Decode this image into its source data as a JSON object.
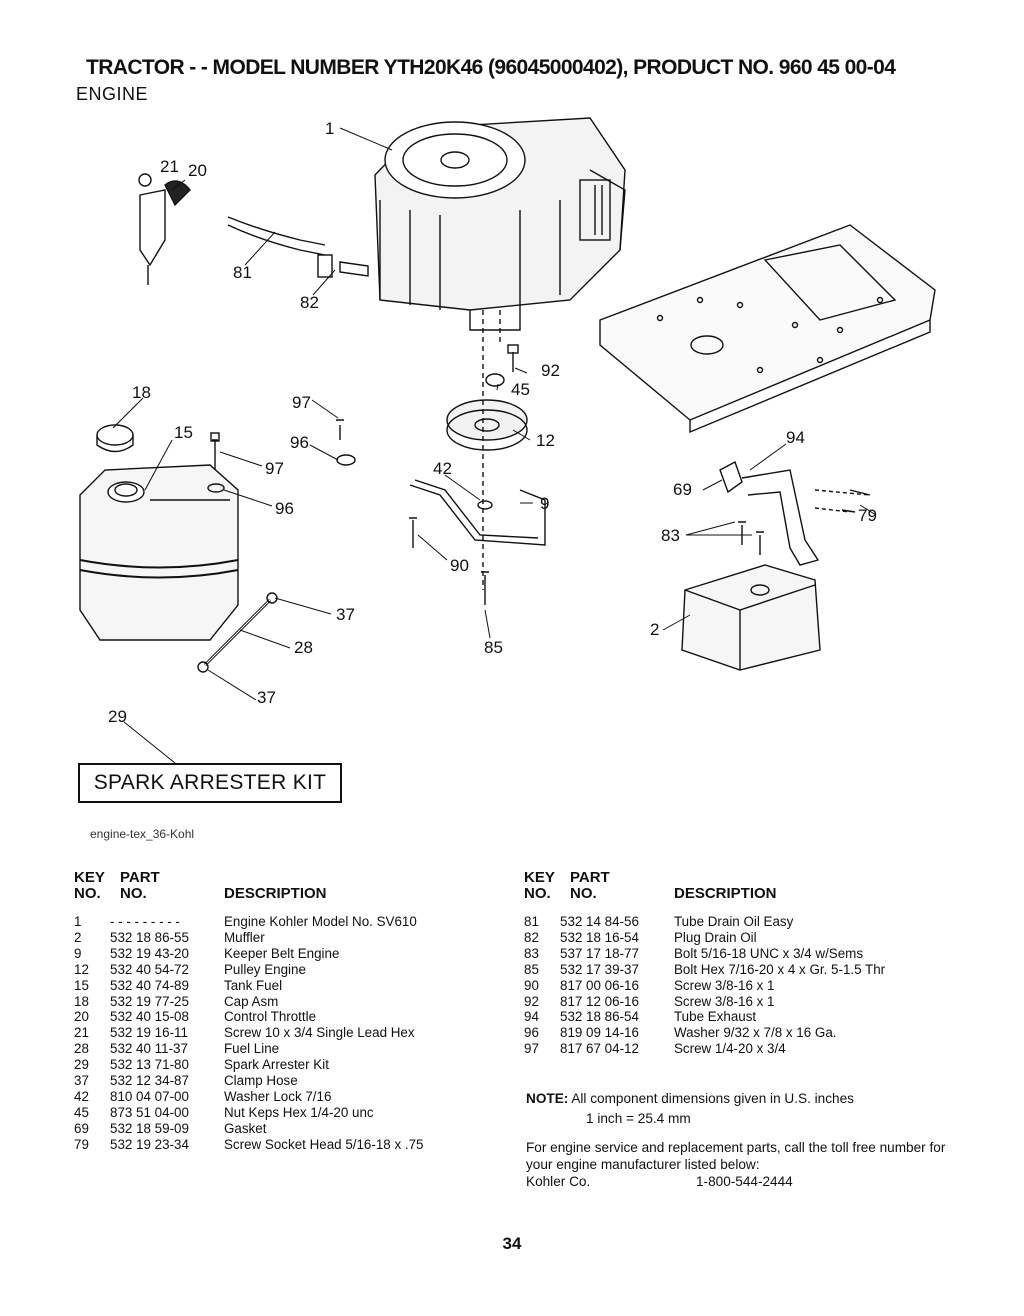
{
  "header": {
    "title": "TRACTOR - - MODEL NUMBER YTH20K46 (96045000402), PRODUCT NO. 960 45 00-04",
    "subtitle": "ENGINE"
  },
  "diagram": {
    "callouts": [
      "1",
      "21",
      "20",
      "81",
      "82",
      "18",
      "15",
      "97",
      "96",
      "97",
      "96",
      "92",
      "45",
      "12",
      "42",
      "9",
      "90",
      "37",
      "28",
      "85",
      "37",
      "29",
      "94",
      "69",
      "79",
      "83",
      "2"
    ],
    "kit_label": "SPARK ARRESTER KIT",
    "figure_id": "engine-tex_36-Kohl"
  },
  "parts_list": {
    "headers": {
      "key_top": "KEY",
      "key_bottom": "NO.",
      "part_top": "PART",
      "part_bottom": "NO.",
      "description": "DESCRIPTION"
    },
    "left": [
      {
        "key": "1",
        "part": "- - - -  - - - - -",
        "description": "Engine Kohler Model No. SV610"
      },
      {
        "key": "2",
        "part": "532 18 86-55",
        "description": "Muffler"
      },
      {
        "key": "9",
        "part": "532 19 43-20",
        "description": "Keeper Belt Engine"
      },
      {
        "key": "12",
        "part": "532 40 54-72",
        "description": "Pulley Engine"
      },
      {
        "key": "15",
        "part": "532 40 74-89",
        "description": "Tank Fuel"
      },
      {
        "key": "18",
        "part": "532 19 77-25",
        "description": "Cap Asm"
      },
      {
        "key": "20",
        "part": "532 40 15-08",
        "description": "Control Throttle"
      },
      {
        "key": "21",
        "part": "532 19 16-11",
        "description": "Screw 10 x 3/4 Single Lead Hex"
      },
      {
        "key": "28",
        "part": "532 40 11-37",
        "description": "Fuel Line"
      },
      {
        "key": "29",
        "part": "532 13 71-80",
        "description": "Spark Arrester Kit"
      },
      {
        "key": "37",
        "part": "532 12 34-87",
        "description": "Clamp Hose"
      },
      {
        "key": "42",
        "part": "810 04 07-00",
        "description": "Washer Lock 7/16"
      },
      {
        "key": "45",
        "part": "873 51 04-00",
        "description": "Nut Keps Hex 1/4-20 unc"
      },
      {
        "key": "69",
        "part": "532 18 59-09",
        "description": "Gasket"
      },
      {
        "key": "79",
        "part": "532 19 23-34",
        "description": "Screw Socket Head 5/16-18 x .75"
      }
    ],
    "right": [
      {
        "key": "81",
        "part": "532 14 84-56",
        "description": "Tube Drain Oil Easy"
      },
      {
        "key": "82",
        "part": "532 18 16-54",
        "description": "Plug Drain Oil"
      },
      {
        "key": "83",
        "part": "537 17 18-77",
        "description": "Bolt 5/16-18 UNC x 3/4 w/Sems"
      },
      {
        "key": "85",
        "part": "532 17 39-37",
        "description": "Bolt Hex 7/16-20 x 4 x Gr. 5-1.5 Thr"
      },
      {
        "key": "90",
        "part": "817 00 06-16",
        "description": "Screw 3/8-16 x 1"
      },
      {
        "key": "92",
        "part": "817 12 06-16",
        "description": "Screw 3/8-16 x 1"
      },
      {
        "key": "94",
        "part": "532 18 86-54",
        "description": "Tube Exhaust"
      },
      {
        "key": "96",
        "part": "819 09 14-16",
        "description": "Washer 9/32 x 7/8 x 16 Ga."
      },
      {
        "key": "97",
        "part": "817 67 04-12",
        "description": "Screw 1/4-20 x 3/4"
      }
    ]
  },
  "note": {
    "label": "NOTE:",
    "text": "All component dimensions given in U.S. inches",
    "conversion": "1 inch = 25.4 mm",
    "service": "For engine service and replacement parts, call the toll free number for your engine manufacturer listed below:",
    "manufacturer": "Kohler Co.",
    "phone": "1-800-544-2444"
  },
  "page_number": "34"
}
